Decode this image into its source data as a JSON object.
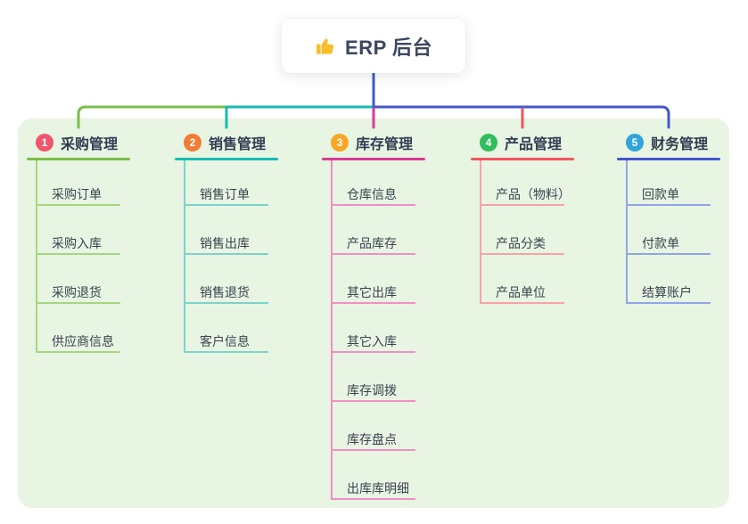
{
  "root": {
    "title": "ERP 后台",
    "icon": "thumbs-up"
  },
  "canvas": {
    "background": "#ffffff",
    "container_bg": "#e8f5e3",
    "root_box_bg": "#ffffff",
    "stem_color": "#4557cd"
  },
  "columns": [
    {
      "index": "1",
      "title": "采购管理",
      "colors": {
        "circle": "#f0566c",
        "line": "#7cbd4a",
        "light": "#a6d77f"
      },
      "children": [
        "采购订单",
        "采购入库",
        "采购退货",
        "供应商信息"
      ]
    },
    {
      "index": "2",
      "title": "销售管理",
      "colors": {
        "circle": "#f17c33",
        "line": "#17bcb2",
        "light": "#7cd3ca"
      },
      "children": [
        "销售订单",
        "销售出库",
        "销售退货",
        "客户信息"
      ]
    },
    {
      "index": "3",
      "title": "库存管理",
      "colors": {
        "circle": "#f6a623",
        "line": "#dc3a97",
        "light": "#f08fc5"
      },
      "children": [
        "仓库信息",
        "产品库存",
        "其它出库",
        "其它入库",
        "库存调拨",
        "库存盘点",
        "出库库明细"
      ]
    },
    {
      "index": "4",
      "title": "产品管理",
      "colors": {
        "circle": "#2fbd5d",
        "line": "#f4555e",
        "light": "#f9a1a6"
      },
      "children": [
        "产品（物料）",
        "产品分类",
        "产品单位"
      ]
    },
    {
      "index": "5",
      "title": "财务管理",
      "colors": {
        "circle": "#2fa5da",
        "line": "#4557cd",
        "light": "#92a4e6"
      },
      "children": [
        "回款单",
        "付款单",
        "结算账户"
      ]
    }
  ]
}
